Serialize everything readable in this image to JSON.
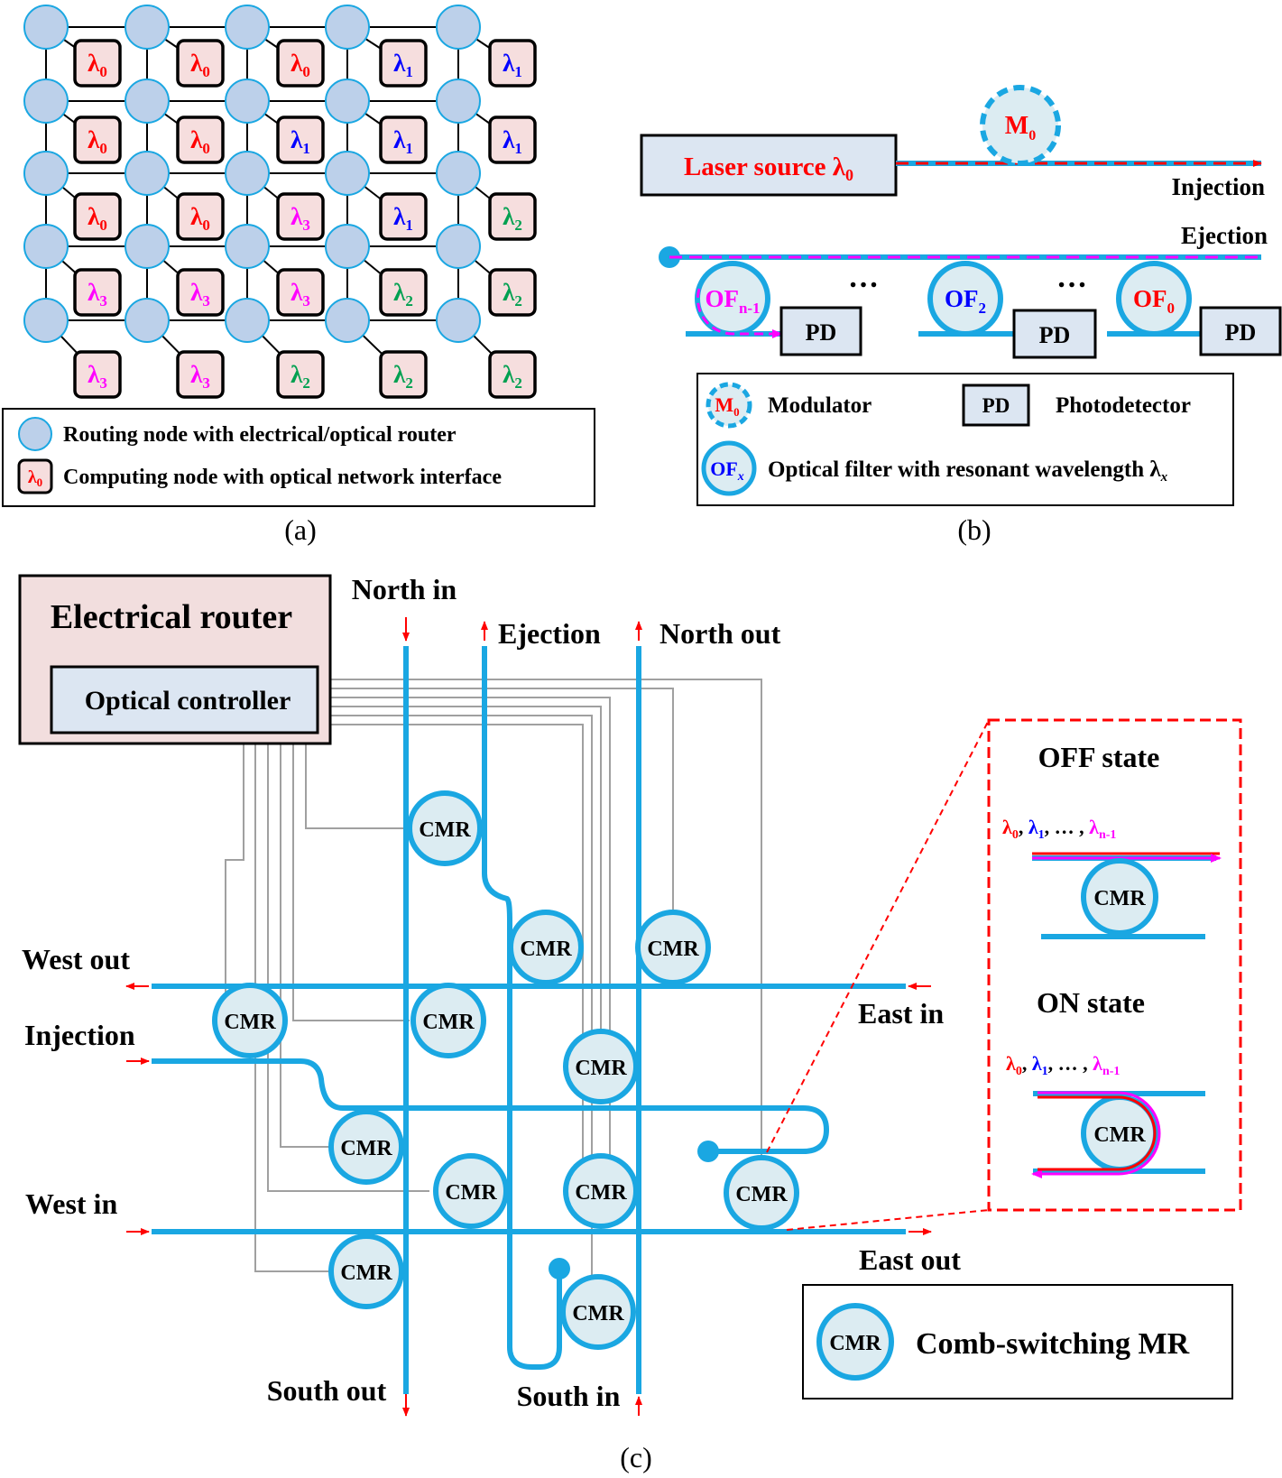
{
  "colors": {
    "waveguide": "#1aa7e2",
    "router_node": "#bcd0ea",
    "compute_node": "#f6dede",
    "red": "#ff0000",
    "blue": "#0000ff",
    "green": "#00a050",
    "magenta": "#ff00ff",
    "ctrl_line": "#a0a0a0",
    "router_box": "#f2dede",
    "controller_box": "#dce6f2",
    "pd_box": "#dce6f2",
    "ring_fill": "#dcecf2"
  },
  "panel_a": {
    "caption": "(a)",
    "grid": [
      [
        {
          "l": "λ",
          "s": "0",
          "c": "red"
        },
        {
          "l": "λ",
          "s": "0",
          "c": "red"
        },
        {
          "l": "λ",
          "s": "0",
          "c": "red"
        },
        {
          "l": "λ",
          "s": "1",
          "c": "blue"
        },
        {
          "l": "λ",
          "s": "1",
          "c": "blue"
        }
      ],
      [
        {
          "l": "λ",
          "s": "0",
          "c": "red"
        },
        {
          "l": "λ",
          "s": "0",
          "c": "red"
        },
        {
          "l": "λ",
          "s": "1",
          "c": "blue"
        },
        {
          "l": "λ",
          "s": "1",
          "c": "blue"
        },
        {
          "l": "λ",
          "s": "1",
          "c": "blue"
        }
      ],
      [
        {
          "l": "λ",
          "s": "0",
          "c": "red"
        },
        {
          "l": "λ",
          "s": "0",
          "c": "red"
        },
        {
          "l": "λ",
          "s": "3",
          "c": "magenta"
        },
        {
          "l": "λ",
          "s": "1",
          "c": "blue"
        },
        {
          "l": "λ",
          "s": "2",
          "c": "green"
        }
      ],
      [
        {
          "l": "λ",
          "s": "3",
          "c": "magenta"
        },
        {
          "l": "λ",
          "s": "3",
          "c": "magenta"
        },
        {
          "l": "λ",
          "s": "3",
          "c": "magenta"
        },
        {
          "l": "λ",
          "s": "2",
          "c": "green"
        },
        {
          "l": "λ",
          "s": "2",
          "c": "green"
        }
      ],
      [
        {
          "l": "λ",
          "s": "3",
          "c": "magenta"
        },
        {
          "l": "λ",
          "s": "3",
          "c": "magenta"
        },
        {
          "l": "λ",
          "s": "2",
          "c": "green"
        },
        {
          "l": "λ",
          "s": "2",
          "c": "green"
        },
        {
          "l": "λ",
          "s": "2",
          "c": "green"
        }
      ]
    ],
    "legend": {
      "routing": "Routing node with electrical/optical router",
      "computing": "Computing node with optical network interface",
      "icon_label": "λ",
      "icon_sub": "0"
    }
  },
  "panel_b": {
    "caption": "(b)",
    "laser": "Laser source λ",
    "laser_sub": "0",
    "modulator": "M",
    "modulator_sub": "0",
    "injection": "Injection",
    "ejection": "Ejection",
    "filters": [
      {
        "label": "OF",
        "sub": "n-1",
        "color": "magenta"
      },
      {
        "label": "OF",
        "sub": "2",
        "color": "blue"
      },
      {
        "label": "OF",
        "sub": "0",
        "color": "red"
      }
    ],
    "pd": "PD",
    "dots": "…",
    "legend": {
      "modulator_icon": "M",
      "modulator_icon_sub": "0",
      "modulator": "Modulator",
      "pd_icon": "PD",
      "photodetector": "Photodetector",
      "filter_icon": "OF",
      "filter_icon_sub": "x",
      "filter_text": "Optical filter with resonant wavelength λ",
      "filter_text_sub": "x"
    }
  },
  "panel_c": {
    "caption": "(c)",
    "electrical_router": "Electrical router",
    "optical_controller": "Optical controller",
    "cmr": "CMR",
    "ports": {
      "north_in": "North in",
      "ejection": "Ejection",
      "north_out": "North out",
      "west_out": "West out",
      "injection": "Injection",
      "west_in": "West in",
      "east_in": "East in",
      "east_out": "East out",
      "south_out": "South out",
      "south_in": "South in"
    },
    "off_state": "OFF state",
    "on_state": "ON state",
    "wl": [
      {
        "t": "λ",
        "s": "0",
        "c": "red"
      },
      {
        "t": ", ",
        "s": "",
        "c": "black"
      },
      {
        "t": "λ",
        "s": "1",
        "c": "blue"
      },
      {
        "t": ", … , ",
        "s": "",
        "c": "black"
      },
      {
        "t": "λ",
        "s": "n-1",
        "c": "magenta"
      }
    ],
    "legend": "Comb-switching MR"
  }
}
